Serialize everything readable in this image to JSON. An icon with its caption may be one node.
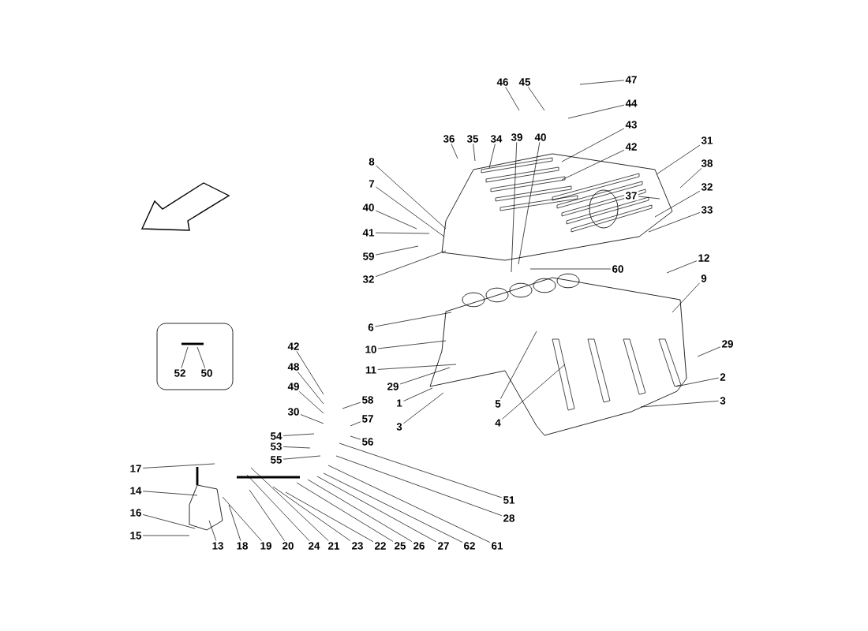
{
  "diagram": {
    "nodes": [
      {
        "text": [],
        "shape": "box"
      },
      {
        "text": [
          "52"
        ],
        "in": 0
      },
      {
        "text": [
          "50"
        ],
        "in": 0
      },
      {
        "text": [
          "47"
        ]
      },
      {
        "text": [
          "46"
        ]
      },
      {
        "text": [
          "45"
        ]
      },
      {
        "text": [
          "44"
        ]
      },
      {
        "text": [
          "43"
        ]
      },
      {
        "text": [
          "36"
        ]
      },
      {
        "text": [
          "35"
        ]
      },
      {
        "text": [
          "34"
        ]
      },
      {
        "text": [
          "39"
        ]
      },
      {
        "text": [
          "40"
        ]
      },
      {
        "text": [
          "42"
        ]
      },
      {
        "text": [
          "31"
        ]
      },
      {
        "text": [
          "8"
        ]
      },
      {
        "text": [
          "38"
        ]
      },
      {
        "text": [
          "7"
        ]
      },
      {
        "text": [
          "37"
        ]
      },
      {
        "text": [
          "32"
        ]
      },
      {
        "text": [
          "40"
        ]
      },
      {
        "text": [
          "33"
        ]
      },
      {
        "text": [
          "41"
        ]
      },
      {
        "text": [
          "59"
        ]
      },
      {
        "text": [
          "32"
        ]
      },
      {
        "text": [
          "60"
        ]
      },
      {
        "text": [
          "12"
        ]
      },
      {
        "text": [
          "9"
        ]
      },
      {
        "text": [
          "6"
        ]
      },
      {
        "text": [
          "10"
        ]
      },
      {
        "text": [
          "42"
        ]
      },
      {
        "text": [
          "29"
        ]
      },
      {
        "text": [
          "48"
        ]
      },
      {
        "text": [
          "11"
        ]
      },
      {
        "text": [
          "2"
        ]
      },
      {
        "text": [
          "49"
        ]
      },
      {
        "text": [
          "29"
        ]
      },
      {
        "text": [
          "58"
        ]
      },
      {
        "text": [
          "3"
        ]
      },
      {
        "text": [
          "1"
        ]
      },
      {
        "text": [
          "5"
        ]
      },
      {
        "text": [
          "30"
        ]
      },
      {
        "text": [
          "57"
        ]
      },
      {
        "text": [
          "4"
        ]
      },
      {
        "text": [
          "3"
        ]
      },
      {
        "text": [
          "54"
        ]
      },
      {
        "text": [
          "56"
        ]
      },
      {
        "text": [
          "53"
        ]
      },
      {
        "text": [
          "55"
        ]
      },
      {
        "text": [
          "17"
        ]
      },
      {
        "text": [
          "14"
        ]
      },
      {
        "text": [
          "51"
        ]
      },
      {
        "text": [
          "16"
        ]
      },
      {
        "text": [
          "28"
        ]
      },
      {
        "text": [
          "15"
        ]
      },
      {
        "text": [
          "13"
        ]
      },
      {
        "text": [
          "18"
        ]
      },
      {
        "text": [
          "19"
        ]
      },
      {
        "text": [
          "20"
        ]
      },
      {
        "text": [
          "24"
        ]
      },
      {
        "text": [
          "21"
        ]
      },
      {
        "text": [
          "23"
        ]
      },
      {
        "text": [
          "22"
        ]
      },
      {
        "text": [
          "25"
        ]
      },
      {
        "text": [
          "26"
        ]
      },
      {
        "text": [
          "27"
        ]
      },
      {
        "text": [
          "62"
        ]
      },
      {
        "text": [
          "61"
        ]
      }
    ],
    "edges": [
      {
        "from": 1,
        "to": null,
        "arrow": "none"
      },
      {
        "from": 2,
        "to": null,
        "arrow": "none"
      },
      {
        "from": 3,
        "to": null,
        "arrow": "none"
      },
      {
        "from": 4,
        "to": null,
        "arrow": "none"
      },
      {
        "from": 5,
        "to": null,
        "arrow": "none"
      },
      {
        "from": 6,
        "to": null,
        "arrow": "none"
      },
      {
        "from": 7,
        "to": null,
        "arrow": "none"
      },
      {
        "from": 8,
        "to": null,
        "arrow": "none"
      },
      {
        "from": 9,
        "to": null,
        "arrow": "none"
      },
      {
        "from": 10,
        "to": null,
        "arrow": "none"
      },
      {
        "from": 11,
        "to": null,
        "arrow": "none"
      },
      {
        "from": 12,
        "to": null,
        "arrow": "none"
      },
      {
        "from": 13,
        "to": null,
        "arrow": "none"
      },
      {
        "from": 14,
        "to": null,
        "arrow": "none"
      },
      {
        "from": 15,
        "to": null,
        "arrow": "none"
      },
      {
        "from": 16,
        "to": null,
        "arrow": "none"
      },
      {
        "from": 17,
        "to": null,
        "arrow": "none"
      },
      {
        "from": 18,
        "to": null,
        "arrow": "none"
      },
      {
        "from": 19,
        "to": null,
        "arrow": "none"
      },
      {
        "from": 20,
        "to": null,
        "arrow": "none"
      },
      {
        "from": 21,
        "to": null,
        "arrow": "none"
      },
      {
        "from": 22,
        "to": null,
        "arrow": "none"
      },
      {
        "from": 23,
        "to": null,
        "arrow": "none"
      },
      {
        "from": 24,
        "to": null,
        "arrow": "none"
      },
      {
        "from": 25,
        "to": null,
        "arrow": "none"
      },
      {
        "from": 26,
        "to": null,
        "arrow": "none"
      },
      {
        "from": 27,
        "to": null,
        "arrow": "none"
      },
      {
        "from": 28,
        "to": null,
        "arrow": "none"
      },
      {
        "from": 29,
        "to": null,
        "arrow": "none"
      },
      {
        "from": 30,
        "to": null,
        "arrow": "none"
      },
      {
        "from": 31,
        "to": null,
        "arrow": "none"
      },
      {
        "from": 32,
        "to": null,
        "arrow": "none"
      },
      {
        "from": 33,
        "to": null,
        "arrow": "none"
      },
      {
        "from": 34,
        "to": null,
        "arrow": "none"
      },
      {
        "from": 35,
        "to": null,
        "arrow": "none"
      },
      {
        "from": 36,
        "to": null,
        "arrow": "none"
      },
      {
        "from": 37,
        "to": null,
        "arrow": "none"
      },
      {
        "from": 38,
        "to": null,
        "arrow": "none"
      },
      {
        "from": 39,
        "to": null,
        "arrow": "none"
      },
      {
        "from": 40,
        "to": null,
        "arrow": "none"
      },
      {
        "from": 41,
        "to": null,
        "arrow": "none"
      },
      {
        "from": 42,
        "to": null,
        "arrow": "none"
      },
      {
        "from": 43,
        "to": null,
        "arrow": "none"
      },
      {
        "from": 44,
        "to": null,
        "arrow": "none"
      },
      {
        "from": 45,
        "to": null,
        "arrow": "none"
      },
      {
        "from": 46,
        "to": null,
        "arrow": "none"
      },
      {
        "from": 47,
        "to": null,
        "arrow": "none"
      },
      {
        "from": 48,
        "to": null,
        "arrow": "none"
      },
      {
        "from": 49,
        "to": null,
        "arrow": "none"
      },
      {
        "from": 50,
        "to": null,
        "arrow": "none"
      },
      {
        "from": 51,
        "to": null,
        "arrow": "none"
      },
      {
        "from": 52,
        "to": null,
        "arrow": "none"
      },
      {
        "from": 53,
        "to": null,
        "arrow": "none"
      },
      {
        "from": 54,
        "to": null,
        "arrow": "none"
      },
      {
        "from": 55,
        "to": null,
        "arrow": "none"
      },
      {
        "from": 56,
        "to": null,
        "arrow": "none"
      },
      {
        "from": 57,
        "to": null,
        "arrow": "none"
      },
      {
        "from": 58,
        "to": null,
        "arrow": "none"
      },
      {
        "from": 59,
        "to": null,
        "arrow": "none"
      },
      {
        "from": 60,
        "to": null,
        "arrow": "none"
      },
      {
        "from": 61,
        "to": null,
        "arrow": "none"
      },
      {
        "from": 62,
        "to": null,
        "arrow": "none"
      },
      {
        "from": 63,
        "to": null,
        "arrow": "none"
      },
      {
        "from": 64,
        "to": null,
        "arrow": "none"
      },
      {
        "from": 65,
        "to": null,
        "arrow": "none"
      },
      {
        "from": 66,
        "to": null,
        "arrow": "none"
      },
      {
        "from": 67,
        "to": null,
        "arrow": "none"
      }
    ]
  }
}
